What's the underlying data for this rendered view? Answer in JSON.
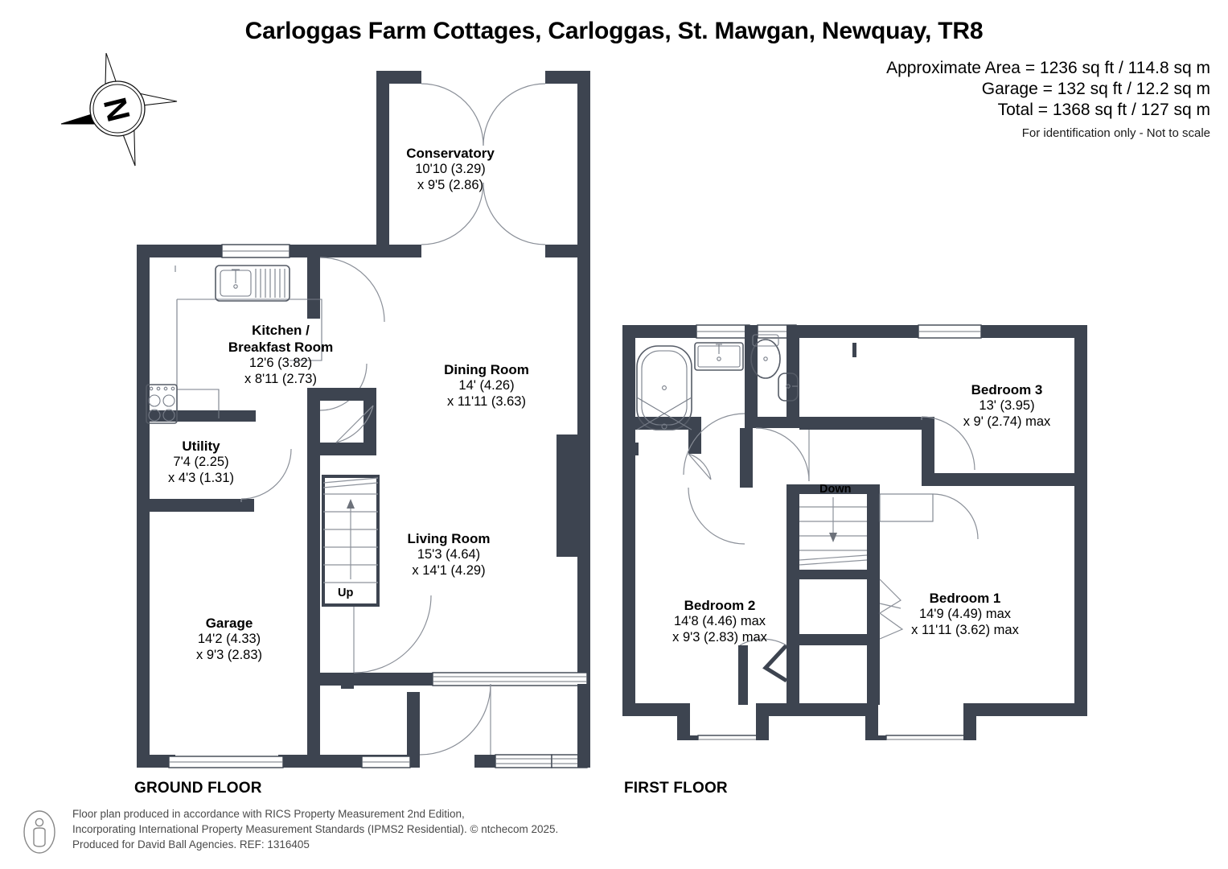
{
  "header": {
    "title": "Carloggas Farm Cottages, Carloggas, St. Mawgan, Newquay, TR8",
    "approx_area": "Approximate Area = 1236 sq ft / 114.8 sq m",
    "garage_area": "Garage = 132 sq ft / 12.2 sq m",
    "total_area": "Total = 1368 sq ft / 127 sq m",
    "disclaimer": "For identification only - Not to scale"
  },
  "compass": {
    "north_letter": "N"
  },
  "floors": [
    {
      "id": "ground",
      "label": "GROUND FLOOR"
    },
    {
      "id": "first",
      "label": "FIRST FLOOR"
    }
  ],
  "ground_floor": {
    "label": "GROUND FLOOR",
    "rooms": [
      {
        "name": "Conservatory",
        "dim1": "10'10 (3.29)",
        "dim2": "x 9'5 (2.86)"
      },
      {
        "name": "Kitchen /",
        "name2": "Breakfast Room",
        "dim1": "12'6 (3.82)",
        "dim2": "x 8'11 (2.73)"
      },
      {
        "name": "Dining Room",
        "dim1": "14' (4.26)",
        "dim2": "x 11'11 (3.63)"
      },
      {
        "name": "Utility",
        "dim1": "7'4 (2.25)",
        "dim2": "x 4'3 (1.31)"
      },
      {
        "name": "Living Room",
        "dim1": "15'3 (4.64)",
        "dim2": "x 14'1 (4.29)"
      },
      {
        "name": "Garage",
        "dim1": "14'2 (4.33)",
        "dim2": "x 9'3 (2.83)"
      }
    ],
    "stairs_label": "Up"
  },
  "first_floor": {
    "label": "FIRST FLOOR",
    "rooms": [
      {
        "name": "Bedroom 3",
        "dim1": "13' (3.95)",
        "dim2": "x 9' (2.74) max"
      },
      {
        "name": "Bedroom 2",
        "dim1": "14'8 (4.46) max",
        "dim2": "x 9'3 (2.83) max"
      },
      {
        "name": "Bedroom 1",
        "dim1": "14'9 (4.49) max",
        "dim2": "x 11'11 (3.62) max"
      }
    ],
    "stairs_label": "Down"
  },
  "footer": {
    "line1": "Floor plan produced in accordance with RICS Property Measurement 2nd Edition,",
    "line2": "Incorporating International Property Measurement Standards (IPMS2 Residential).   © ntchecom 2025.",
    "line3": "Produced for David Ball Agencies.   REF:  1316405"
  },
  "colors": {
    "wall": "#3d4450",
    "background": "#ffffff",
    "text": "#000000",
    "fixture_line": "#555b66",
    "footer_text": "#4a4a4a"
  }
}
